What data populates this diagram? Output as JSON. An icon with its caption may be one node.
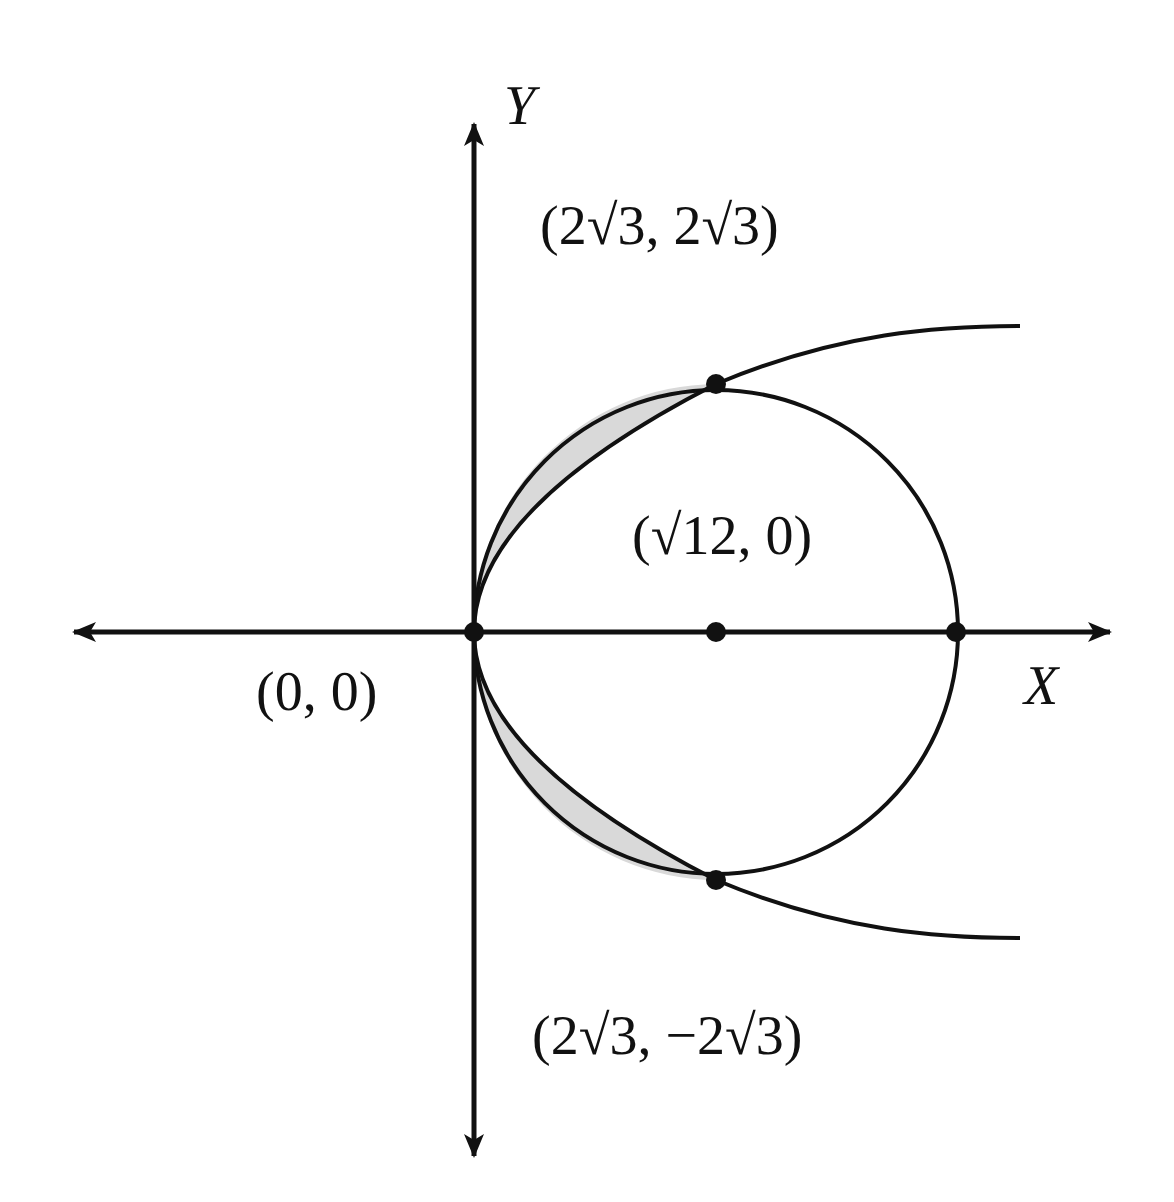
{
  "diagram": {
    "labels": [
      "Y",
      "(2√3, 2√3)",
      "(√12, 0)",
      "(0, 0)",
      "X",
      "(2√3, −2√3)"
    ]
  }
}
